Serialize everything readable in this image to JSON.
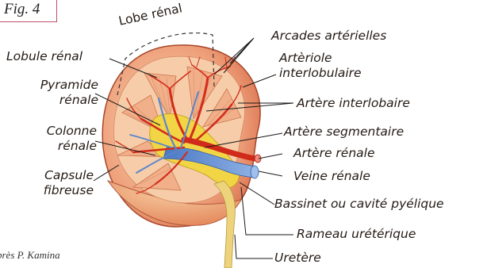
{
  "figure_label": "Fig. 4",
  "credit": "près P. Kamina",
  "lobe_label": "Lobe rénal",
  "labels": {
    "lobule_renal": "Lobule rénal",
    "pyramide_renale": [
      "Pyramide",
      "rénale"
    ],
    "colonne_renale": [
      "Colonne",
      "rénale"
    ],
    "capsule_fibreuse": [
      "Capsule",
      "fibreuse"
    ],
    "arcades_arterielles": "Arcades artérielles",
    "arteriole_interlobulaire": [
      "Artèriole",
      "interlobulaire"
    ],
    "artere_interlobaire": "Artère interlobaire",
    "artere_segmentaire": "Artère segmentaire",
    "artere_renale": "Artère rénale",
    "veine_renale": "Veine rénale",
    "bassinet": "Bassinet ou cavité pyélique",
    "rameau_ureterique": "Rameau urétérique",
    "uretere": "Uretère"
  },
  "colors": {
    "capsule": "#e7906a",
    "cortex": "#f6c8a6",
    "pyramid": "#f2b48e",
    "artery": "#d42d1c",
    "vein": "#4f7fc6",
    "pelvis": "#f3d640",
    "ureter": "#eed27c",
    "leader": "#1a1a1a",
    "frame": "#c0506e"
  }
}
